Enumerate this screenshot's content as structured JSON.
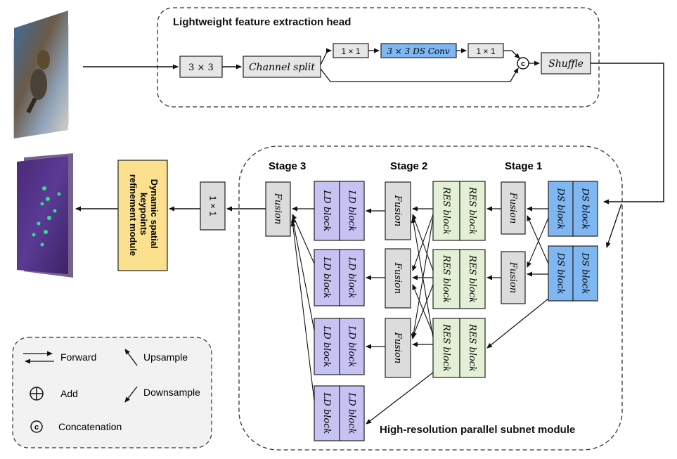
{
  "head": {
    "title": "Lightweight feature extraction head",
    "conv3": "3 × 3",
    "split": "Channel split",
    "conv1a": "1 × 1",
    "dsconv": "3 × 3 DS Conv",
    "conv1b": "1 × 1",
    "concat_symbol": "c",
    "shuffle": "Shuffle"
  },
  "module": {
    "title": "High-resolution parallel subnet module",
    "stage1": "Stage 1",
    "stage2": "Stage 2",
    "stage3": "Stage 3",
    "ds": "DS block",
    "res": "RES block",
    "ld": "LD block",
    "fusion": "Fusion"
  },
  "out_conv": "1 × 1",
  "refinement": "Dynamic spatial keypoints refinement module",
  "legend": {
    "forward": "Forward",
    "upsample": "Upsample",
    "add": "Add",
    "downsample": "Downsample",
    "concat": "Concatenation"
  },
  "colors": {
    "gray_box": "#e6e6e6",
    "blue_box": "#7fb7f2",
    "green_box": "#e3f0d6",
    "purple_box": "#c6c2f2",
    "yellow_box": "#fbe08e"
  }
}
